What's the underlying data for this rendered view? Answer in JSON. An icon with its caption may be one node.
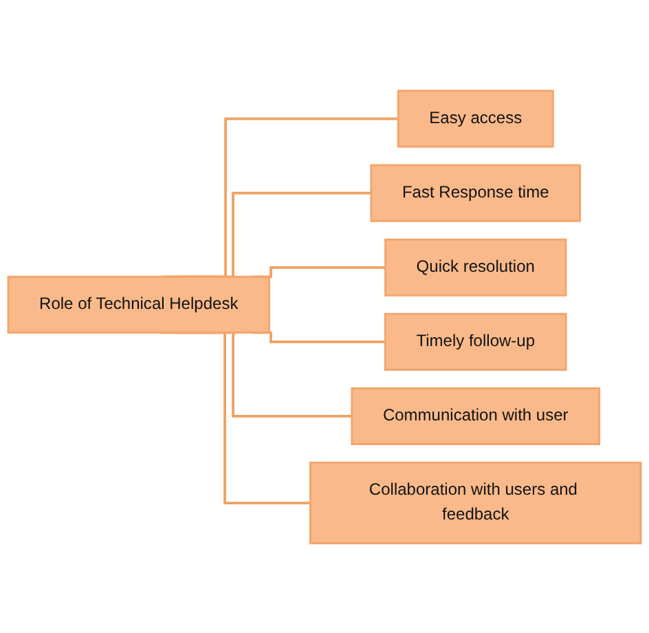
{
  "diagram": {
    "nodes": [
      {
        "text": [
          "Role of Technical Helpdesk"
        ]
      },
      {
        "text": [
          "Easy access"
        ]
      },
      {
        "text": [
          "Fast Response time"
        ]
      },
      {
        "text": [
          "Quick resolution"
        ]
      },
      {
        "text": [
          "Timely follow-up"
        ]
      },
      {
        "text": [
          "Communication with user"
        ]
      },
      {
        "text": [
          "Collaboration with users and feedback"
        ]
      }
    ],
    "edges": [
      {
        "from": 0,
        "to": 1,
        "arrow": "none"
      },
      {
        "from": 0,
        "to": 2,
        "arrow": "none"
      },
      {
        "from": 0,
        "to": 3,
        "arrow": "none"
      },
      {
        "from": 0,
        "to": 4,
        "arrow": "none"
      },
      {
        "from": 0,
        "to": 5,
        "arrow": "none"
      },
      {
        "from": 0,
        "to": 6,
        "arrow": "none"
      }
    ]
  }
}
